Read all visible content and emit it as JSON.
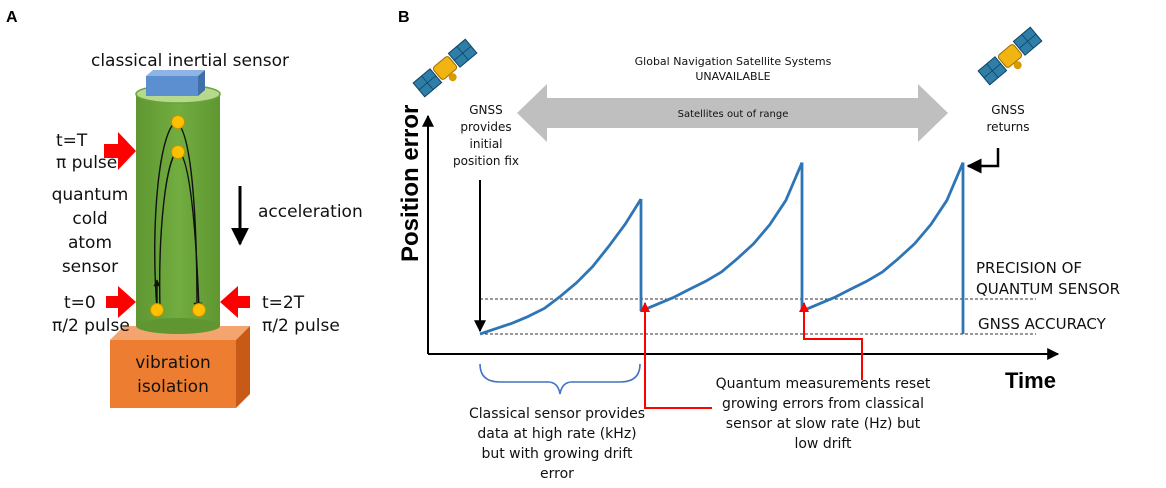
{
  "panel_a": {
    "letter": "A",
    "sensor_label": "classical inertial sensor",
    "pulse_top": [
      "t=T",
      "π pulse"
    ],
    "atom_label": [
      "quantum",
      "cold",
      "atom",
      "sensor"
    ],
    "acceleration_label": "acceleration",
    "pulse_left": [
      "t=0",
      "π/2 pulse"
    ],
    "pulse_right": [
      "t=2T",
      "π/2 pulse"
    ],
    "isolation_label": [
      "vibration",
      "isolation"
    ],
    "colors": {
      "tube": "#6aa33a",
      "cap": "#b7d98e",
      "sensor": "#5b8fcf",
      "base": "#ed7d31",
      "atom": "#ffc000",
      "arrow": "#ff0000"
    }
  },
  "panel_b": {
    "letter": "B",
    "gnss_title": [
      "Global Navigation Satellite Systems",
      "UNAVAILABLE"
    ],
    "out_of_range": "Satellites out of range",
    "gnss_provides": [
      "GNSS",
      "provides",
      "initial",
      "position fix"
    ],
    "gnss_returns": [
      "GNSS",
      "returns"
    ],
    "ylabel": "Position error",
    "xlabel": "Time",
    "precision_label": [
      "PRECISION OF",
      "QUANTUM SENSOR"
    ],
    "gnss_accuracy": "GNSS ACCURACY",
    "quantum_note": [
      "Quantum measurements reset",
      "growing errors from classical",
      "sensor at slow rate (Hz) but",
      "low drift"
    ],
    "classical_note": [
      "Classical sensor provides",
      "data at high rate (kHz)",
      "but with growing drift",
      "error"
    ],
    "colors": {
      "curve": "#2e75b6",
      "reset_arrow": "#ff0000",
      "range_arrow": "#bfbfbf"
    }
  },
  "chart_data": {
    "type": "line",
    "xlabel": "Time",
    "ylabel": "Position error",
    "series": [
      {
        "segments": [
          {
            "x": [
              0.0,
              0.1,
              0.2,
              0.3,
              0.4,
              0.5,
              0.6,
              0.7,
              0.8,
              0.9,
              1.0
            ],
            "y": [
              0.0,
              0.04,
              0.08,
              0.13,
              0.19,
              0.28,
              0.38,
              0.5,
              0.65,
              0.81,
              1.0
            ]
          },
          {
            "x": [
              1.0,
              1.1,
              1.2,
              1.3,
              1.4,
              1.5,
              1.6,
              1.7,
              1.8,
              1.9,
              2.0
            ],
            "y": [
              0.17,
              0.22,
              0.27,
              0.33,
              0.39,
              0.46,
              0.56,
              0.67,
              0.81,
              0.99,
              1.27
            ]
          },
          {
            "x": [
              2.0,
              2.1,
              2.2,
              2.3,
              2.4,
              2.5,
              2.6,
              2.7,
              2.8,
              2.9,
              3.0
            ],
            "y": [
              0.17,
              0.22,
              0.27,
              0.33,
              0.39,
              0.46,
              0.56,
              0.67,
              0.81,
              0.99,
              1.27
            ]
          }
        ]
      }
    ],
    "reference_lines": {
      "precision_of_quantum_sensor": 0.17,
      "gnss_accuracy": 0.0
    },
    "grid": false
  }
}
